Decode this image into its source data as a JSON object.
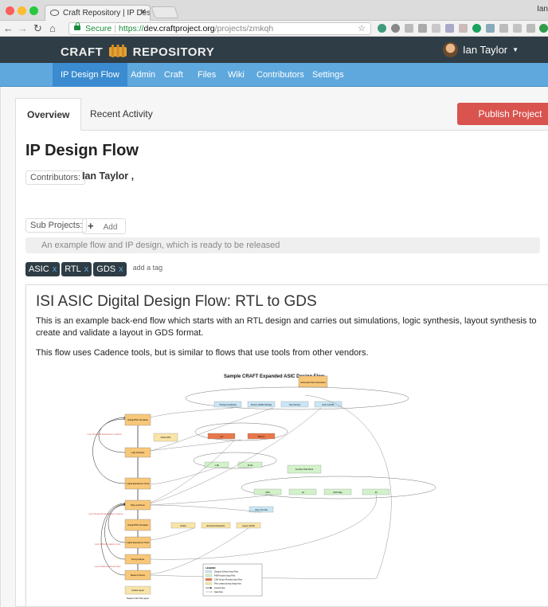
{
  "browser": {
    "tab_title": "Craft Repository | IP Design Fl",
    "user_chip": "Ian",
    "secure_label": "Secure",
    "url_scheme": "https://",
    "url_host": "dev.craftproject.org",
    "url_path": "/projects/zmkqh"
  },
  "header": {
    "brand_left": "CRAFT",
    "brand_right": "REPOSITORY",
    "user_name": "Ian Taylor"
  },
  "nav": {
    "items": [
      "IP Design Flow",
      "Admin",
      "Craft",
      "Files",
      "Wiki",
      "Contributors",
      "Settings"
    ],
    "active": "IP Design Flow"
  },
  "tabs": {
    "overview": "Overview",
    "recent": "Recent Activity"
  },
  "publish_label": "Publish Project",
  "project": {
    "title": "IP Design Flow",
    "contributors_label": "Contributors:",
    "contributor": "Ian Taylor ,",
    "subprojects_label": "Sub Projects:",
    "add_label": "Add",
    "description": "An example flow and IP design, which is ready to be released",
    "tags": [
      "ASIC",
      "RTL",
      "GDS"
    ],
    "add_tag": "add a tag"
  },
  "flow": {
    "heading": "ISI ASIC Digital Design Flow: RTL to GDS",
    "para1": "This is an example back-end flow which starts with an RTL design and carries out simulations, logic synthesis, layout synthesis to create and validate a layout in GDS format.",
    "para2": "This flow uses Cadence tools, but is similar to flows that use tools from other vendors.",
    "diagram": {
      "title": "Sample CRAFT Expanded ASIC Design Flow",
      "stages": [
        "Verilog/VHDL Simulation",
        "Logic Synthesis",
        "Logical Equivalence Check",
        "Place and Route",
        "Verilog/VHDL Simulation",
        "Logical Equivalence Check",
        "Timing Analysis",
        "Backend Checks"
      ],
      "top_node": "Automated Test Generators",
      "top_files": [
        "Timing Constraints",
        "Source (VHDL/Verilog)",
        "Test Vectors",
        "Scan Cell file"
      ],
      "lib_files": [
        "Lef",
        "Macros"
      ],
      "mid_files": [
        ".v file",
        ".lib file"
      ],
      "foundry_files": [
        "GDS",
        ".lef",
        "GDS Map",
        ".lib"
      ],
      "foundry_label": "Foundry Rule Deck",
      "tcl_file": "View TCL File",
      "extract_files": [
        "Netlist",
        "Extracted Parasitics",
        "Layout (GDS)"
      ],
      "loops": [
        "Loop Through till Equivalence is reached",
        "Loop Through till Equivalence is reached",
        "Loop till Timing Analysis is met",
        "Loop till Backend Checks Pass"
      ],
      "verified_rtl": "Verified RTL",
      "verified_layout": "Verified Layout",
      "ready": "Ready to Fab Chip Layout",
      "legend_title": "LEGEND",
      "legend": [
        "Designer Defined Input Files",
        "FAB Provided Input Files",
        "CAD Vendor Provided Input Files",
        "Files created during design flow",
        "Control Flow",
        "Data Flow"
      ]
    }
  },
  "colors": {
    "header_bg": "#2f3d46",
    "nav_bg": "#5ea8dd",
    "nav_active": "#3a8bd0",
    "publish": "#d9534f",
    "stage": "#f8c778",
    "file_blue": "#c9e6f5",
    "file_green": "#d2f2c9",
    "file_orange": "#e8774a",
    "loop_text": "#d9534f"
  }
}
